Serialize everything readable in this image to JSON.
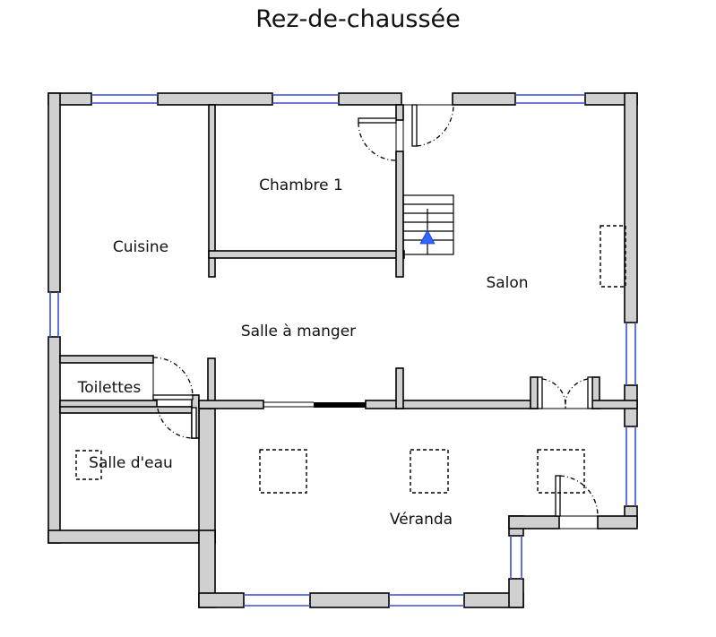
{
  "title": "Rez-de-chaussée",
  "rooms": {
    "chambre": "Chambre 1",
    "cuisine": "Cuisine",
    "salon": "Salon",
    "salle_a_manger": "Salle à manger",
    "toilettes": "Toilettes",
    "salle_deau": "Salle d'eau",
    "veranda": "Véranda"
  },
  "colors": {
    "wall_fill": "#d0d0d0",
    "wall_stroke": "#000000",
    "window": "#3a4fd0",
    "stair_arrow": "#3366ff",
    "glass_door": "#000000"
  }
}
